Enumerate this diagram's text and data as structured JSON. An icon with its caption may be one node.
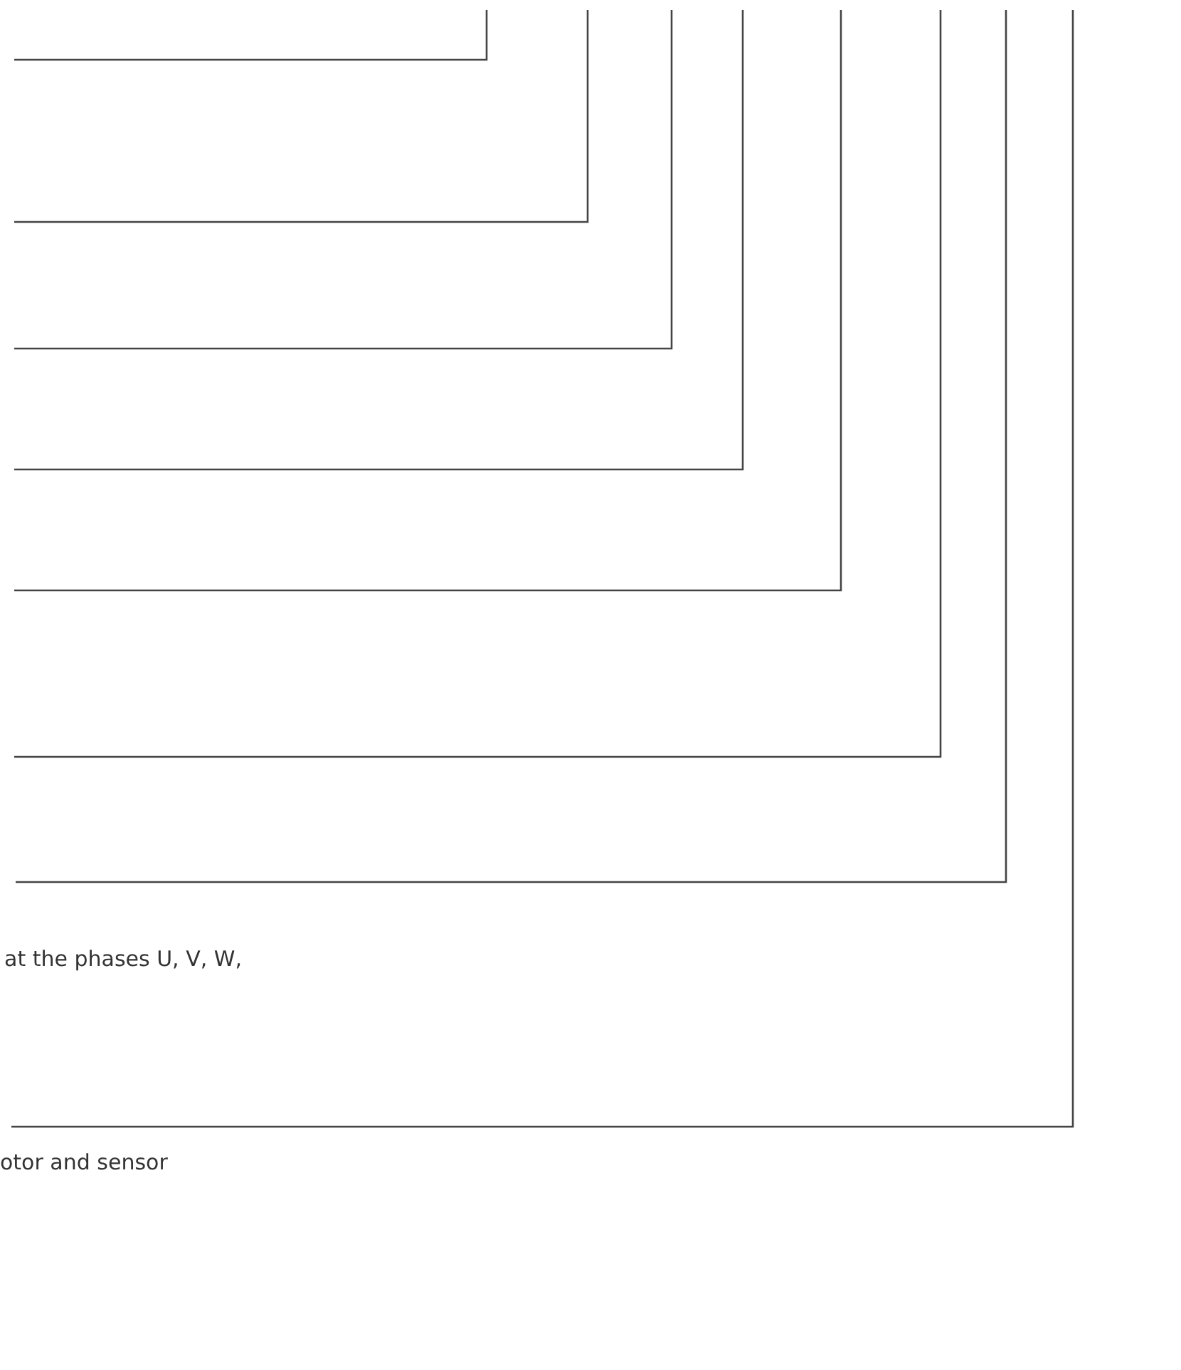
{
  "diagram": {
    "nodes": [
      {
        "text": [
          "at the phases U, V, W,"
        ]
      },
      {
        "text": [
          "otor and sensor"
        ]
      }
    ],
    "edges": [
      {
        "from": 0,
        "to": null,
        "arrow": "none"
      },
      {
        "from": 1,
        "to": null,
        "arrow": "none"
      }
    ]
  }
}
